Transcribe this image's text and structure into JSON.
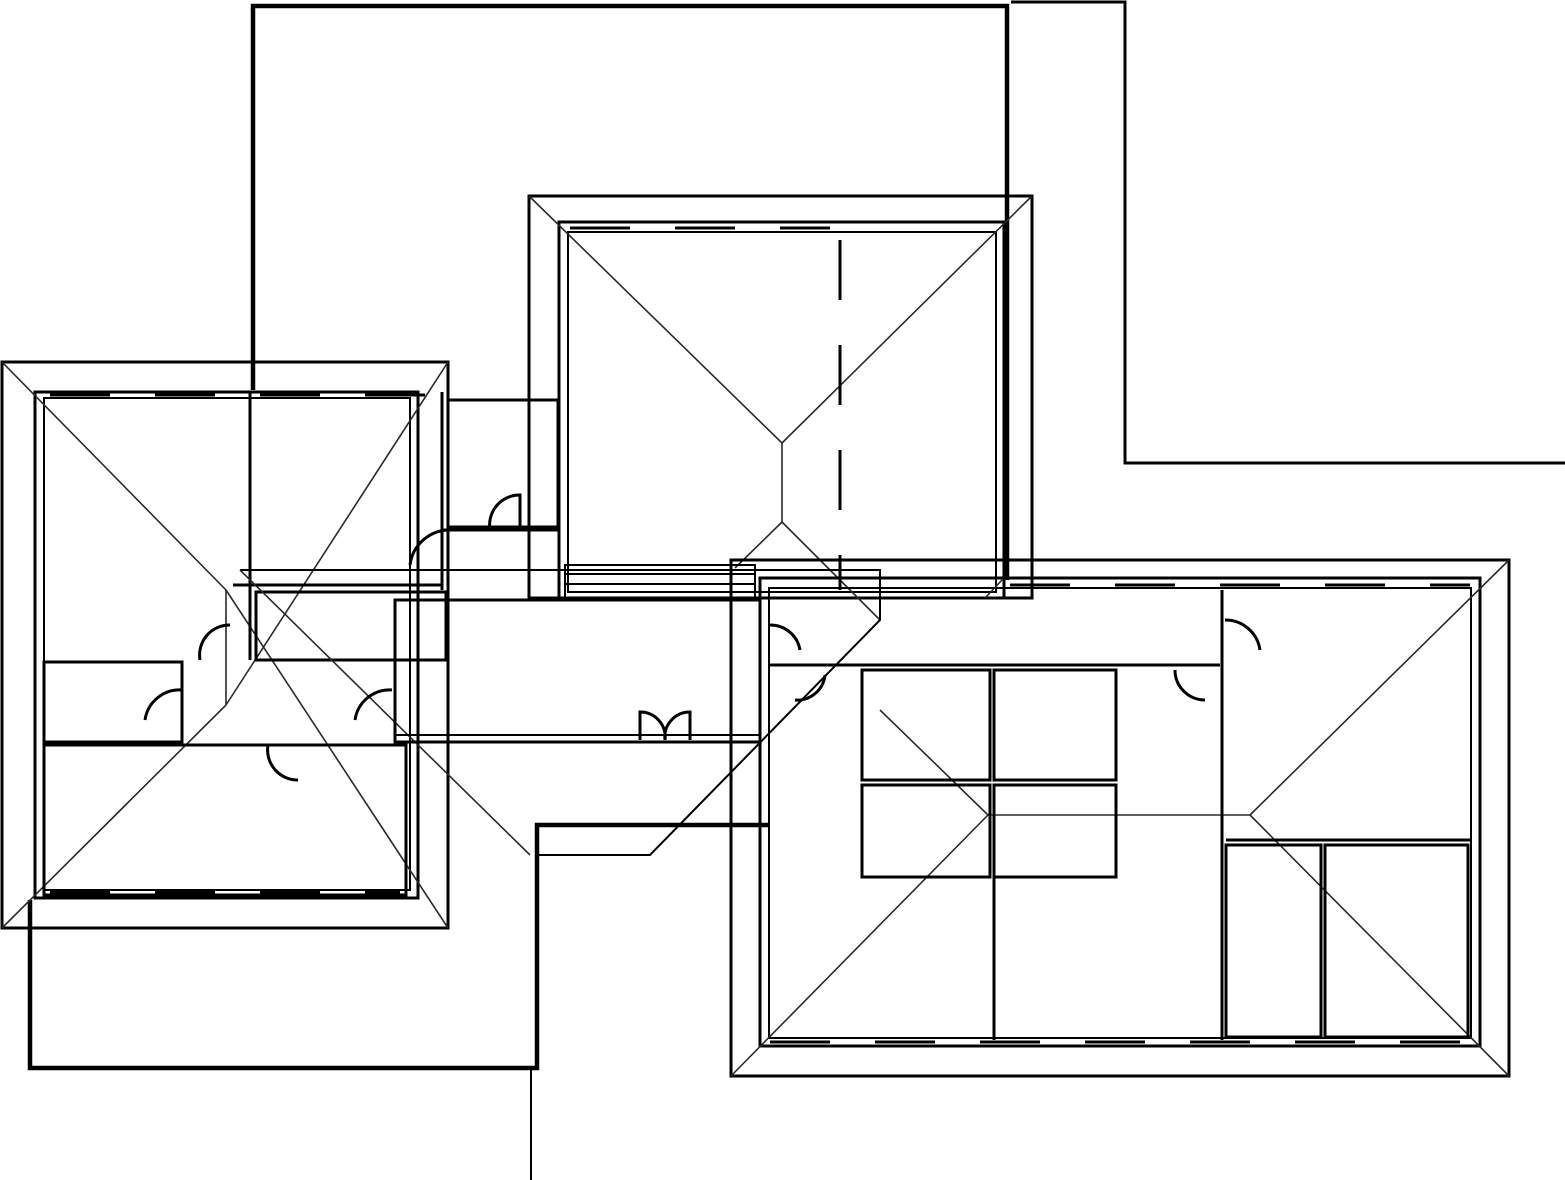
{
  "diagram": {
    "kind": "roof-and-floor-plan-overlay",
    "wings": [
      "west-wing",
      "north-wing",
      "east-wing"
    ],
    "line_color": "#000000",
    "hip_line_color": "#2a2a2a",
    "background_color": "#ffffff",
    "text_labels": []
  }
}
